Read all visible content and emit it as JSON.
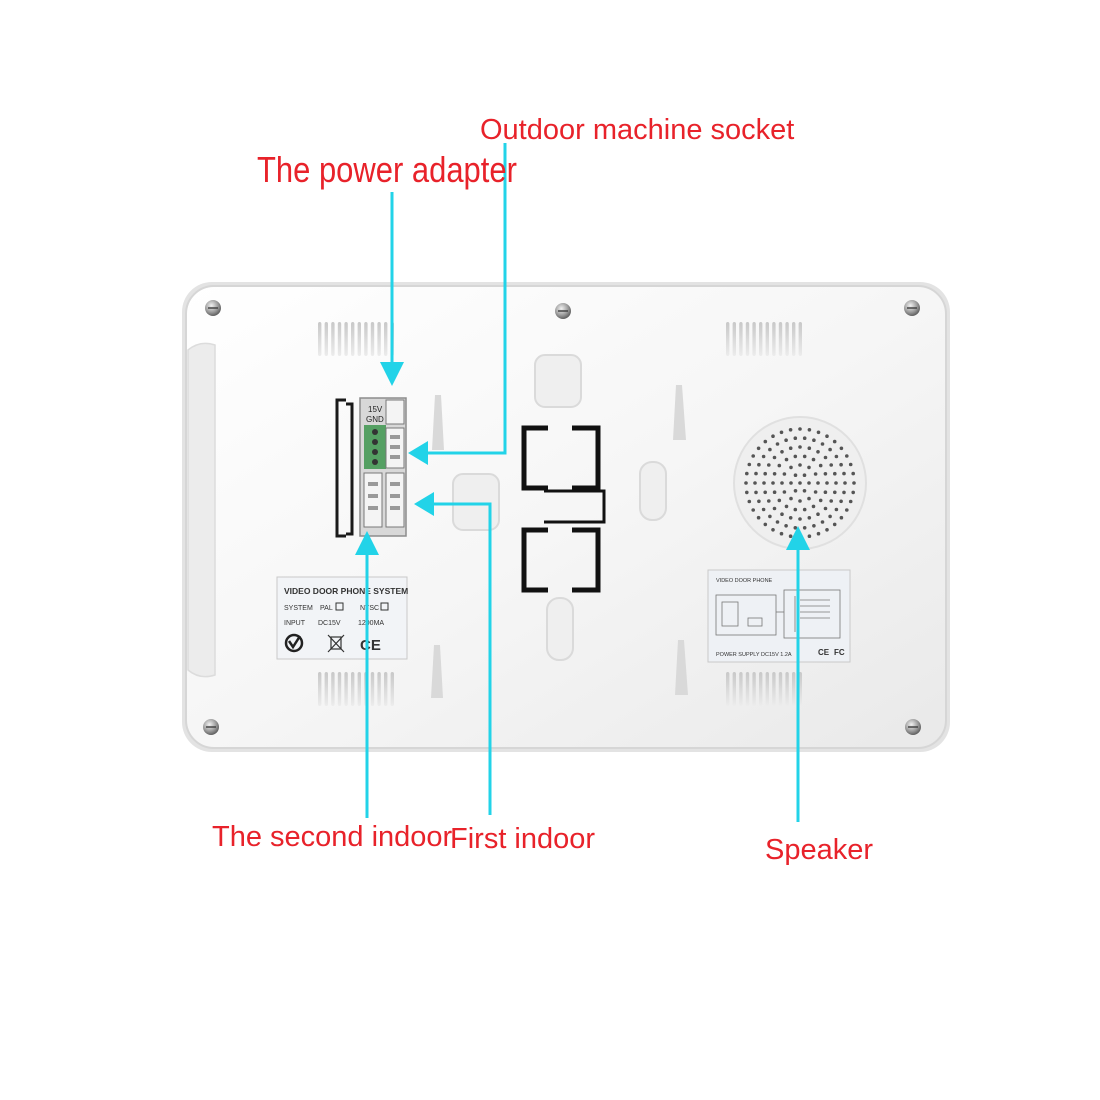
{
  "colors": {
    "label_red": "#e8222a",
    "arrow_cyan": "#22d3e8",
    "panel_body": "#f7f7f7",
    "panel_edge": "#d8d8d8"
  },
  "labels": {
    "outdoor_socket": "Outdoor machine socket",
    "power_adapter": "The power adapter",
    "second_indoor": "The second indoor",
    "first_indoor": "First indoor",
    "speaker": "Speaker"
  },
  "connector_marks": {
    "voltage": "15V",
    "ground": "GND"
  },
  "left_sticker": {
    "title": "VIDEO DOOR PHONE SYSTEM",
    "system_label": "SYSTEM",
    "pal": "PAL",
    "ntsc": "NTSC",
    "input_label": "INPUT",
    "voltage": "DC15V",
    "current": "1200MA",
    "ce_mark": "CE"
  },
  "right_sticker": {
    "title": "VIDEO DOOR PHONE",
    "supply": "POWER SUPPLY DC15V 1.2A",
    "ce_mark": "CE",
    "fc_mark": "FC"
  }
}
